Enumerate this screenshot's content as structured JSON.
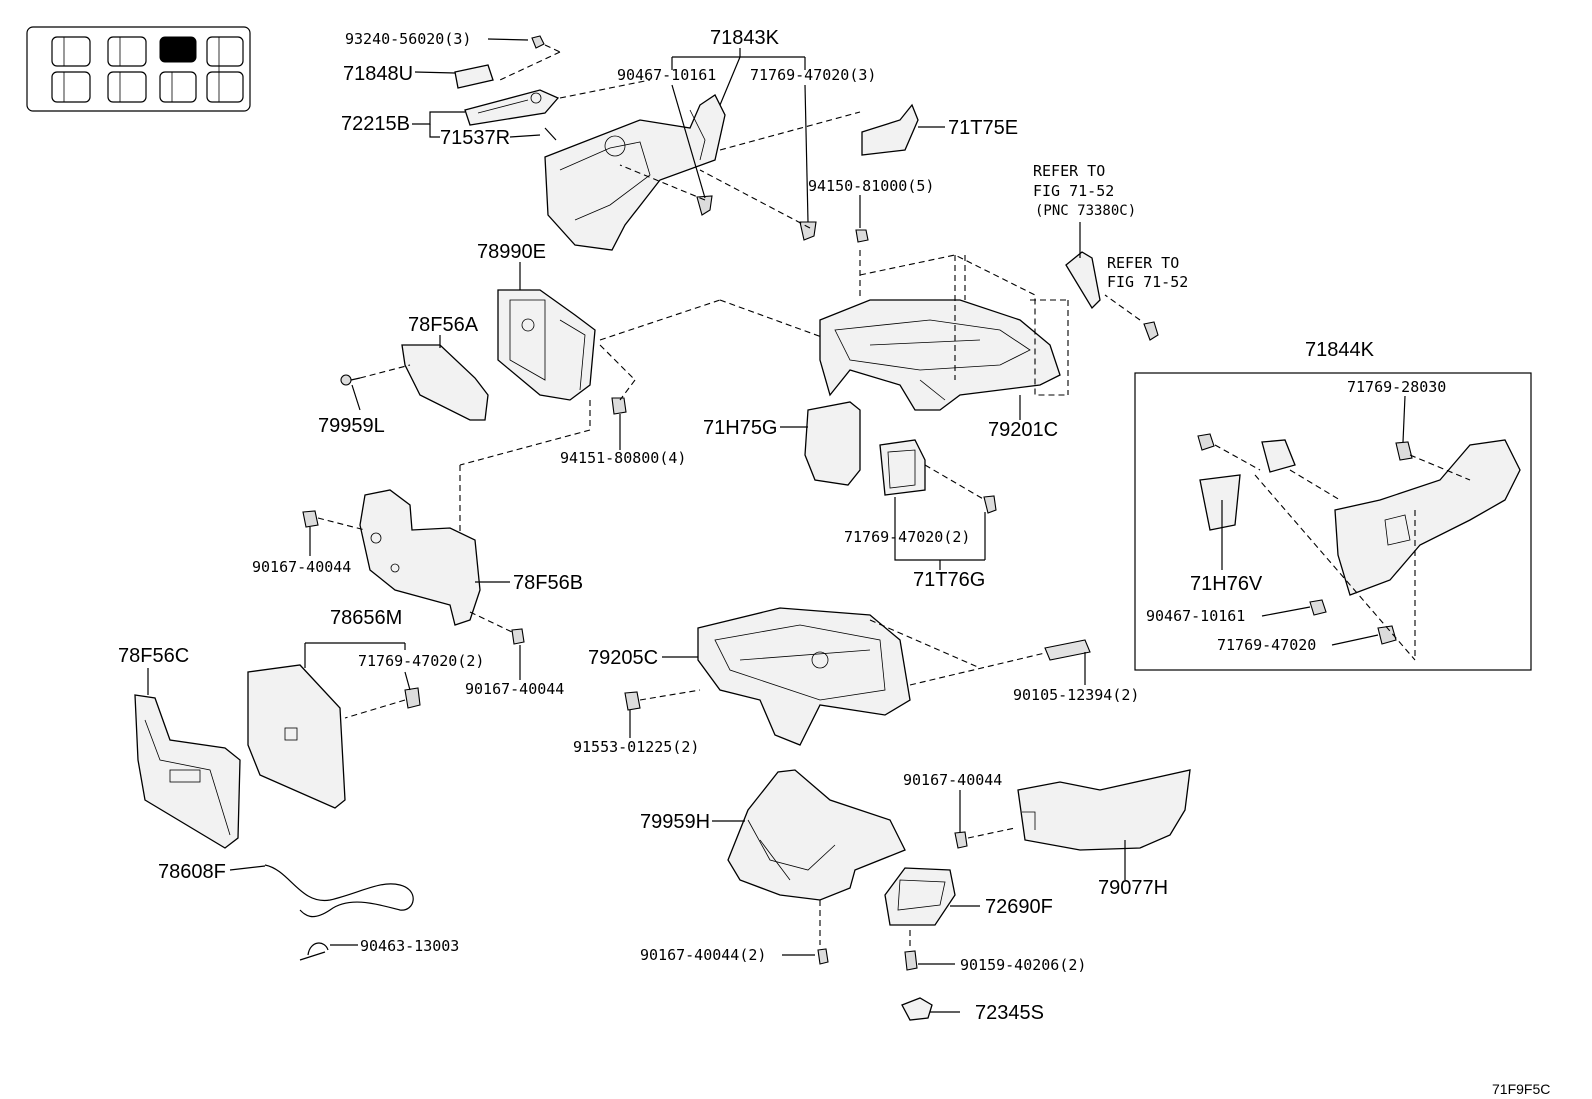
{
  "labels": {
    "p93240": "93240-56020(3)",
    "p71848U": "71848U",
    "p72215B": "72215B",
    "p71537R": "71537R",
    "p71843K": "71843K",
    "p90467a": "90467-10161",
    "p71769a": "71769-47020(3)",
    "p71T75E": "71T75E",
    "p94150": "94150-81000(5)",
    "refer1_line1": "REFER TO",
    "refer1_line2": "FIG 71-52",
    "refer1_line3": "(PNC 73380C)",
    "refer2_line1": "REFER TO",
    "refer2_line2": "FIG 71-52",
    "p78990E": "78990E",
    "p78F56A": "78F56A",
    "p79959L": "79959L",
    "p94151": "94151-80800(4)",
    "p71H75G": "71H75G",
    "p79201C": "79201C",
    "p71844K": "71844K",
    "p71769_28030": "71769-28030",
    "p71H76V": "71H76V",
    "p90467b": "90467-10161",
    "p71769_47020": "71769-47020",
    "p90167a": "90167-40044",
    "p78F56B": "78F56B",
    "p71769b": "71769-47020(2)",
    "p71T76G": "71T76G",
    "p78656M": "78656M",
    "p71769c": "71769-47020(2)",
    "p78F56C": "78F56C",
    "p90167b": "90167-40044",
    "p79205C": "79205C",
    "p90105": "90105-12394(2)",
    "p91553": "91553-01225(2)",
    "p90167c": "90167-40044",
    "p79959H": "79959H",
    "p79077H": "79077H",
    "p72690F": "72690F",
    "p78608F": "78608F",
    "p90463": "90463-13003",
    "p90167d": "90167-40044(2)",
    "p90159": "90159-40206(2)",
    "p72345S": "72345S",
    "figure_code": "71F9F5C"
  },
  "thumbnail": {
    "icon": "vehicle-section-locator-icon",
    "highlighted_cell": "top-row-third"
  }
}
